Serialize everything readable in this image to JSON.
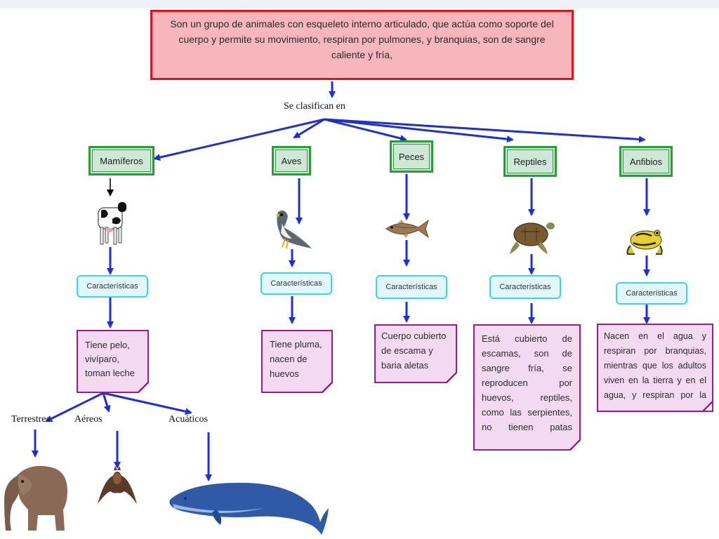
{
  "definition": "Son un grupo de animales con esqueleto interno articulado, que actúa como soporte del cuerpo y permite su movimiento, respiran por pulmones, y branquias, son de sangre caliente y fría,",
  "classify_label": "Se clasifican en",
  "categories": [
    {
      "name": "Mamíferos",
      "characteristics_label": "Características",
      "description": "Tiene pelo, vivíparo, toman leche"
    },
    {
      "name": "Aves",
      "characteristics_label": "Características",
      "description": "Tiene pluma, nacen de huevos"
    },
    {
      "name": "Peces",
      "characteristics_label": "Características",
      "description": "Cuerpo cubierto de escama y baria aletas"
    },
    {
      "name": "Reptiles",
      "characteristics_label": "Características",
      "description": "Está cubierto de escamas, son de sangre fría, se reproducen por huevos, reptiles, como las serpientes, no tienen patas"
    },
    {
      "name": "Anfibios",
      "characteristics_label": "Características",
      "description": "Nacen en el agua y respiran por branquias, mientras que los adultos viven en la tierra y en el agua, y respiran por la"
    }
  ],
  "mammal_types": [
    "Terrestres",
    "Aéreos",
    "Acuáticos"
  ],
  "colors": {
    "definition_fill": "#f7b6bb",
    "definition_border": "#e0141e",
    "category_fill": "#cfe8d6",
    "category_border": "#2d9a3c",
    "characteristics_fill": "#e2f7fb",
    "characteristics_border": "#3fd3e8",
    "note_fill": "#f3d9f2",
    "note_border": "#9a1d86",
    "arrow": "#1f2fd0"
  },
  "icons": [
    "cow-icon",
    "falcon-icon",
    "fish-icon",
    "turtle-icon",
    "frog-icon",
    "elephant-icon",
    "bat-icon",
    "whale-icon"
  ]
}
